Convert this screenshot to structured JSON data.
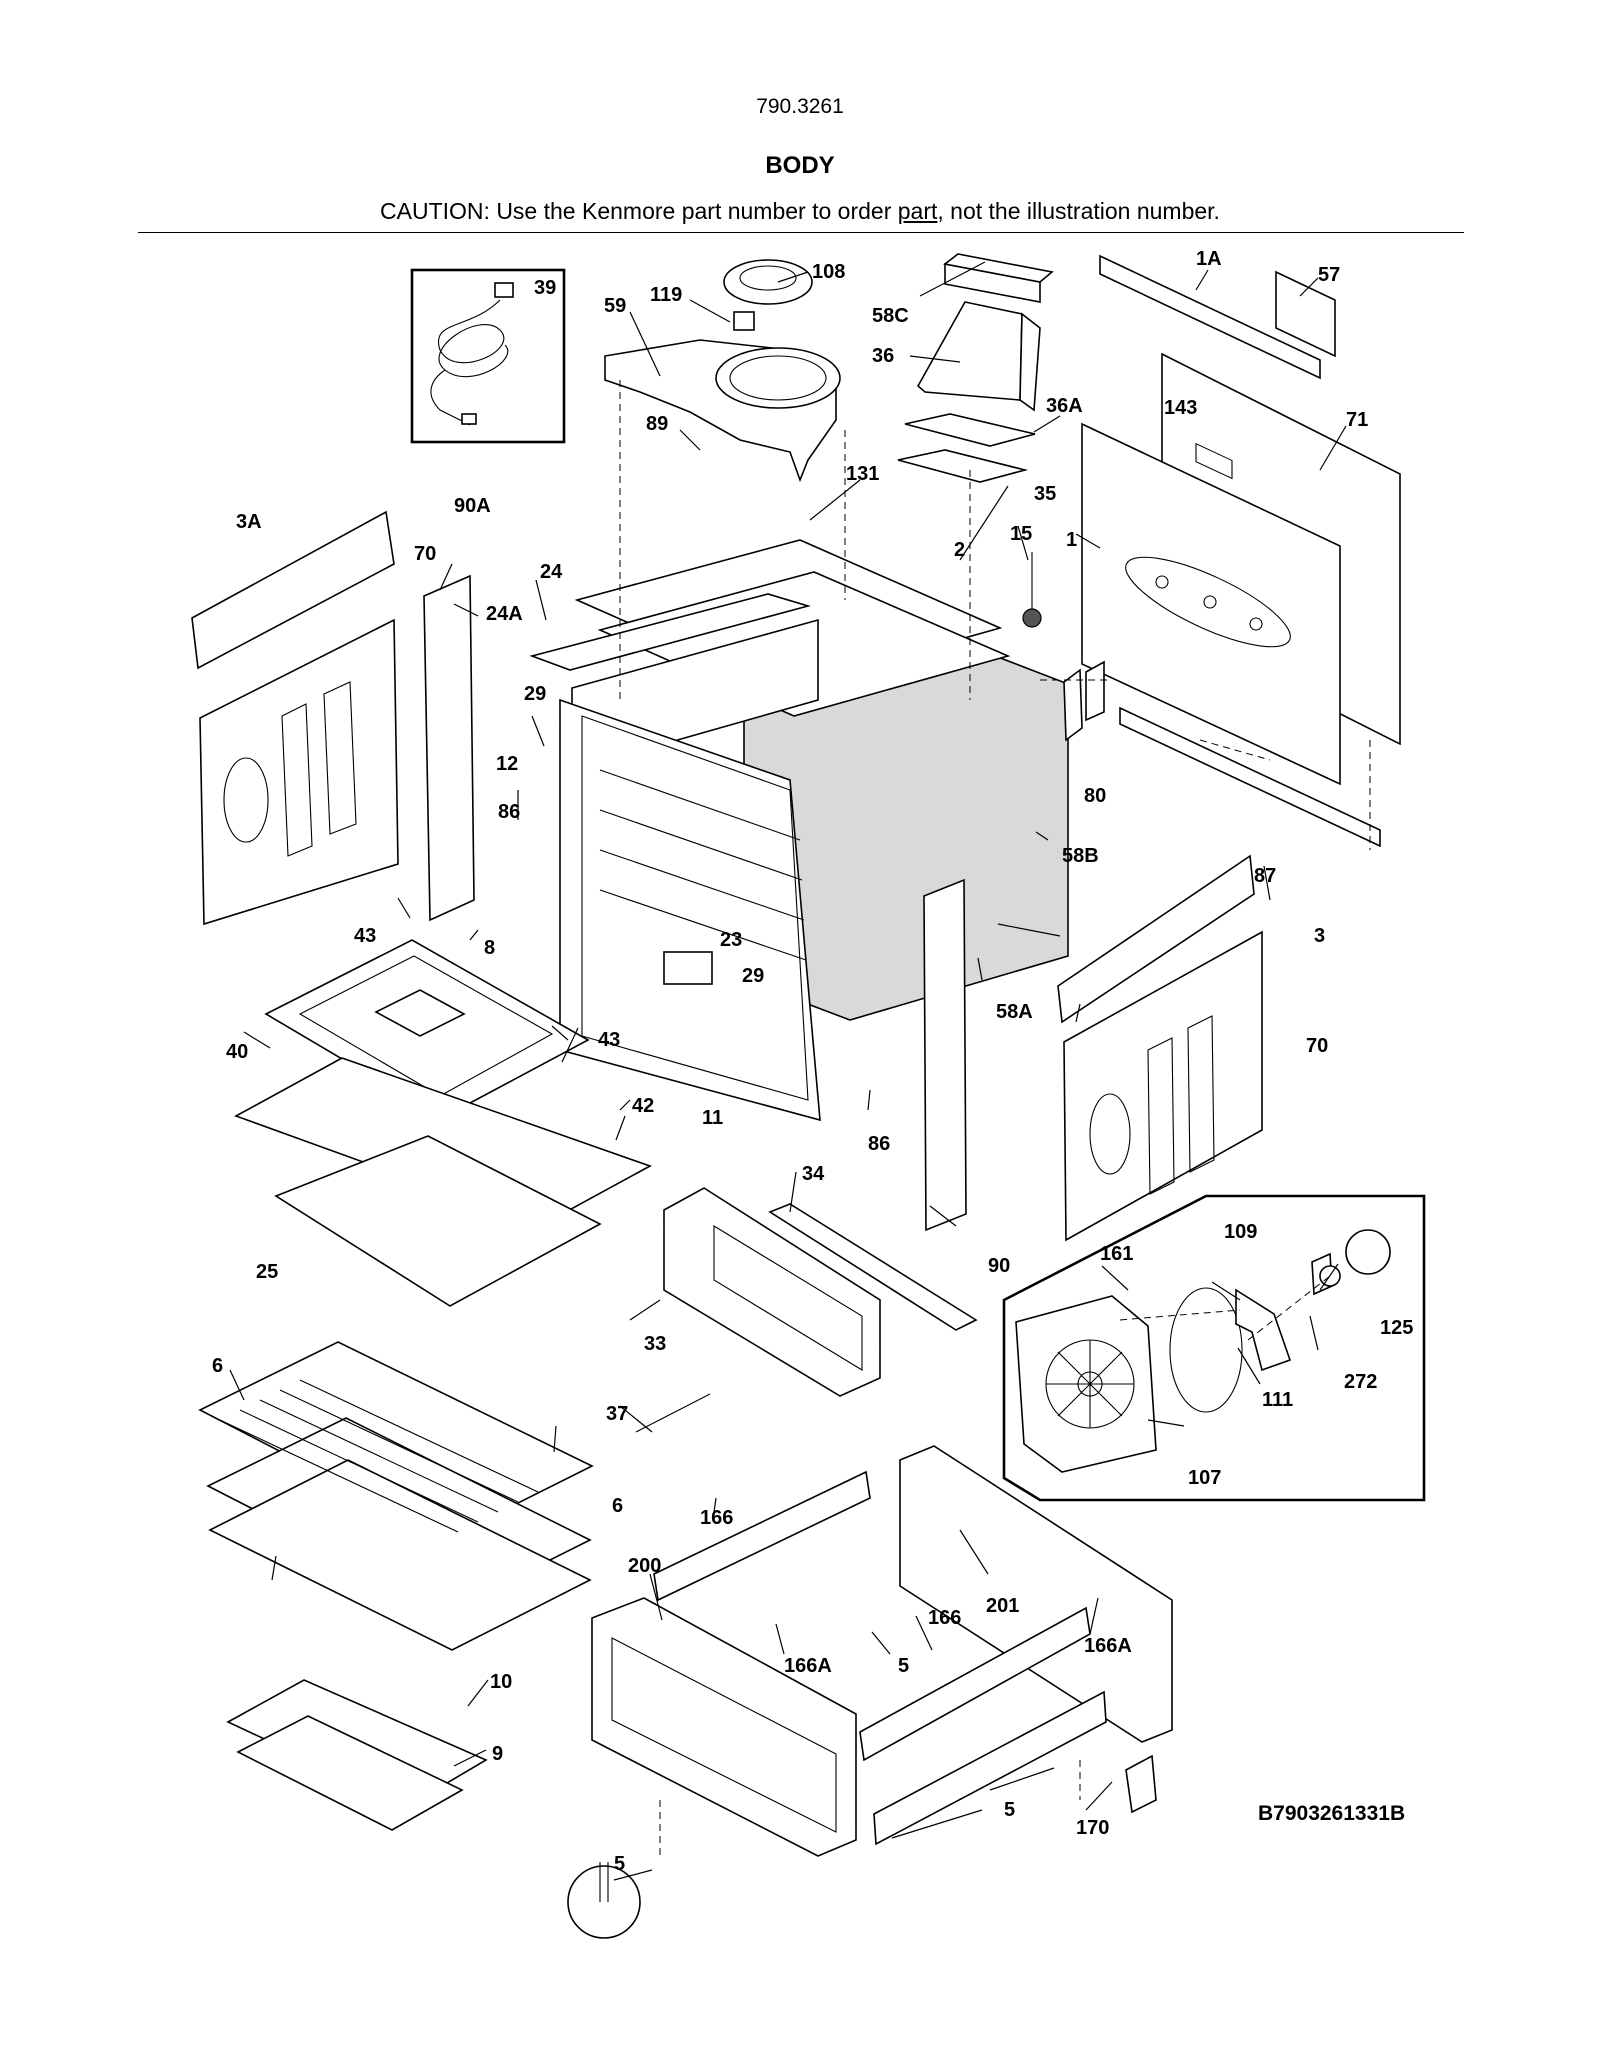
{
  "header": {
    "model_number": "790.3261",
    "section_title": "BODY",
    "caution_before": "CAUTION: Use the Kenmore part number to order ",
    "caution_link": "part",
    "caution_after": ", not the illustration number."
  },
  "diagram_code": "B7903261331B",
  "callouts": [
    "39",
    "119",
    "108",
    "58C",
    "1A",
    "57",
    "59",
    "36",
    "89",
    "36A",
    "143",
    "71",
    "131",
    "35",
    "3A",
    "90A",
    "70",
    "24",
    "2",
    "15",
    "1",
    "24A",
    "29",
    "12",
    "80",
    "86",
    "58B",
    "87",
    "43",
    "8",
    "23",
    "29",
    "3",
    "58A",
    "40",
    "43",
    "70",
    "42",
    "11",
    "86",
    "25",
    "34",
    "109",
    "161",
    "90",
    "125",
    "33",
    "111",
    "272",
    "6",
    "37",
    "107",
    "6",
    "166",
    "201",
    "200",
    "166",
    "166A",
    "5",
    "166A",
    "10",
    "9",
    "5",
    "5",
    "170"
  ]
}
